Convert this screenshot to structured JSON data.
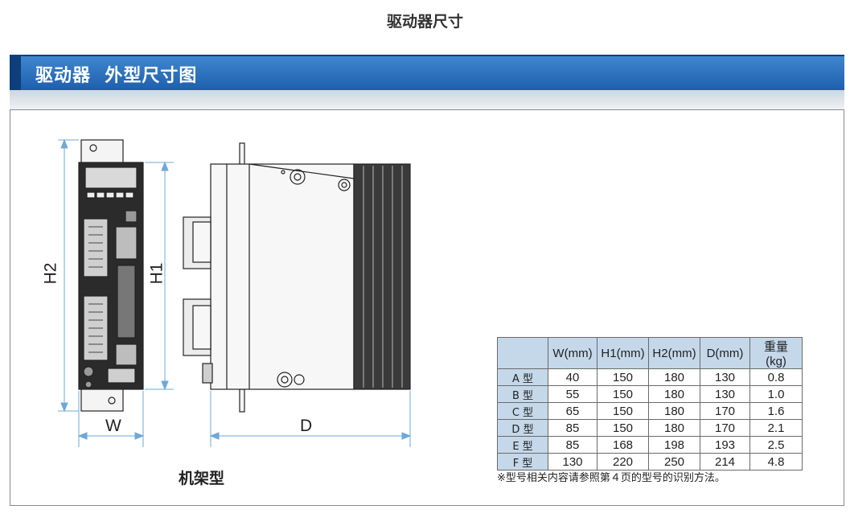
{
  "page_title": "驱动器尺寸",
  "header": {
    "title": "驱动器  外型尺寸图"
  },
  "dimensions": {
    "h2": "H2",
    "h1": "H1",
    "w": "W",
    "d": "D"
  },
  "frame_label": "机架型",
  "table": {
    "headers": [
      "",
      "W(mm)",
      "H1(mm)",
      "H2(mm)",
      "D(mm)",
      "重量 (kg)"
    ],
    "rows": [
      [
        "A 型",
        "40",
        "150",
        "180",
        "130",
        "0.8"
      ],
      [
        "B 型",
        "55",
        "150",
        "180",
        "130",
        "1.0"
      ],
      [
        "C 型",
        "65",
        "150",
        "180",
        "170",
        "1.6"
      ],
      [
        "D 型",
        "85",
        "150",
        "180",
        "170",
        "2.1"
      ],
      [
        "E 型",
        "85",
        "168",
        "198",
        "193",
        "2.5"
      ],
      [
        "F 型",
        "130",
        "220",
        "250",
        "214",
        "4.8"
      ]
    ]
  },
  "note": "※型号相关内容请参照第４页的型号的识别方法。",
  "colors": {
    "header_blue": "#2a6fbf",
    "header_dark": "#0d3f7d",
    "table_header": "#c5d8ea",
    "dim_line": "#6fa8d6"
  }
}
